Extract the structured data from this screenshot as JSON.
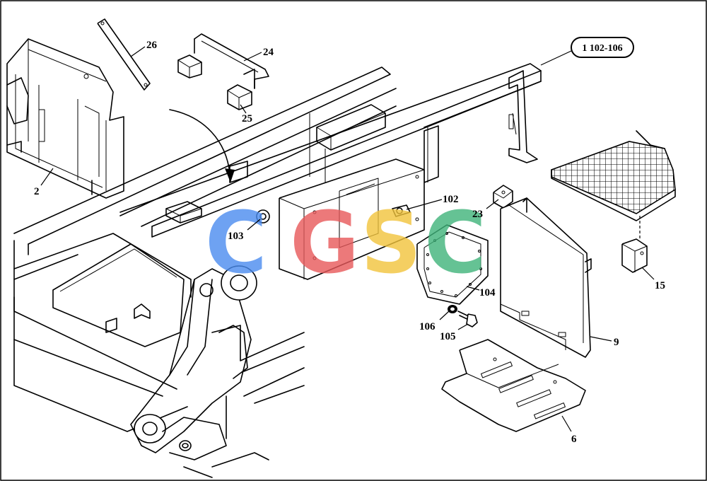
{
  "diagram": {
    "reference_label": "1 102-106",
    "callouts": [
      {
        "id": "c2",
        "text": "2"
      },
      {
        "id": "c26",
        "text": "26"
      },
      {
        "id": "c24",
        "text": "24"
      },
      {
        "id": "c25",
        "text": "25"
      },
      {
        "id": "c102",
        "text": "102"
      },
      {
        "id": "c103",
        "text": "103"
      },
      {
        "id": "c23",
        "text": "23"
      },
      {
        "id": "c104",
        "text": "104"
      },
      {
        "id": "c106",
        "text": "106"
      },
      {
        "id": "c105",
        "text": "105"
      },
      {
        "id": "c15",
        "text": "15"
      },
      {
        "id": "c9",
        "text": "9"
      },
      {
        "id": "c6",
        "text": "6"
      }
    ],
    "watermark": {
      "letters": [
        "C",
        "G",
        "S",
        "C"
      ],
      "colors": [
        "#4a8cf0",
        "#e8585a",
        "#f2c43c",
        "#3fb37a"
      ]
    }
  }
}
